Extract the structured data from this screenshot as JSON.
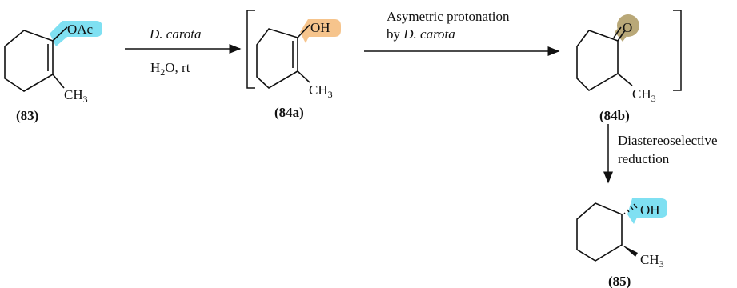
{
  "compounds": {
    "c83": {
      "id": "(83)",
      "group": "OAc",
      "methyl": "CH",
      "methyl_sub": "3"
    },
    "c84a": {
      "id": "(84a)",
      "group": "OH",
      "methyl": "CH",
      "methyl_sub": "3"
    },
    "c84b": {
      "id": "(84b)",
      "group": "O",
      "methyl": "CH",
      "methyl_sub": "3"
    },
    "c85": {
      "id": "(85)",
      "group": "OH",
      "methyl": "CH",
      "methyl_sub": "3"
    }
  },
  "steps": {
    "step1": {
      "reagent": "D. carota",
      "cond_pre": "H",
      "cond_sub": "2",
      "cond_post": "O, rt"
    },
    "step2": {
      "line1": "Asymetric protonation",
      "line2_pre": "by ",
      "line2_it": "D. carota"
    },
    "step3": {
      "line1": "Diastereoselective",
      "line2": "reduction"
    }
  },
  "colors": {
    "highlight_blue": "#7fe0f2",
    "highlight_orange": "#f6c48c",
    "highlight_olive": "#b9a878",
    "line": "#111111"
  }
}
